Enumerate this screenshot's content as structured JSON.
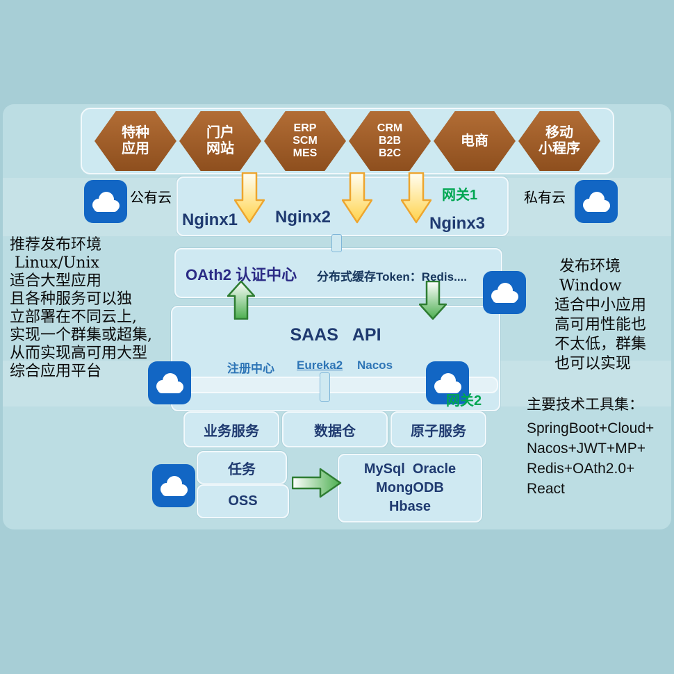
{
  "hexagons": [
    {
      "name": "special-apps",
      "lines": [
        "特种",
        "应用"
      ]
    },
    {
      "name": "portal-site",
      "lines": [
        "门户",
        "网站"
      ]
    },
    {
      "name": "erp-scm-mes",
      "lines": [
        "ERP",
        "SCM",
        "MES"
      ]
    },
    {
      "name": "crm-b2b-b2c",
      "lines": [
        "CRM",
        "B2B",
        "B2C"
      ]
    },
    {
      "name": "ecommerce",
      "lines": [
        "电商"
      ]
    },
    {
      "name": "mobile-miniprogram",
      "lines": [
        "移动",
        "小程序"
      ]
    }
  ],
  "labels": {
    "public_cloud": "公有云",
    "private_cloud": "私有云",
    "gateway1": "网关1",
    "gateway2": "网关2"
  },
  "nginx": {
    "n1": "Nginx1",
    "n2": "Nginx2",
    "n3": "Nginx3"
  },
  "oauth": {
    "title": "OAth2 认证中心",
    "cache": "分布式缓存Token：Redis...."
  },
  "saas": {
    "title": "SAAS   API",
    "registry_label": "注册中心",
    "eureka": "Eureka2",
    "nacos": "Nacos"
  },
  "services": {
    "business": "业务服务",
    "warehouse": "数据仓",
    "atomic": "原子服务",
    "task": "任务",
    "oss": "OSS"
  },
  "database": {
    "lines": [
      "MySql  Oracle",
      "MongODB",
      "Hbase"
    ]
  },
  "left_note": {
    "lines": [
      "推荐发布环境",
      " Linux/Unix",
      "适合大型应用",
      "且各种服务可以独",
      "立部署在不同云上,",
      "实现一个群集或超集,",
      "从而实现高可用大型",
      "综合应用平台"
    ]
  },
  "right_note": {
    "lines": [
      " 发布环境",
      " Window",
      "适合中小应用",
      "高可用性能也",
      "不太低，群集",
      "也可以实现"
    ]
  },
  "tools_note": {
    "title": "主要技术工具集：",
    "lines": [
      "SpringBoot+Cloud+",
      "Nacos+JWT+MP+",
      "Redis+OAth2.0+",
      "React"
    ]
  },
  "icons": {
    "cloud": "cloud-icon",
    "yellow_down_arrow": "flow-arrow-down",
    "green_up_arrow": "flow-arrow-up",
    "green_down_arrow": "flow-arrow-down",
    "green_right_arrow": "flow-arrow-right"
  },
  "colors": {
    "page_bg": "#a7ced6",
    "slide_bg": "#bcdde3",
    "box_fill": "#cfe9f2",
    "hexagon_brown": "#a05a24",
    "cloud_blue": "#1266c4",
    "navy_text": "#1f3a70",
    "oauth_purple": "#2b2b85",
    "registry_blue": "#2e75b6",
    "green_accent": "#00a651",
    "arrow_yellow": "#f0a62f",
    "arrow_green": "#3f9e46"
  }
}
